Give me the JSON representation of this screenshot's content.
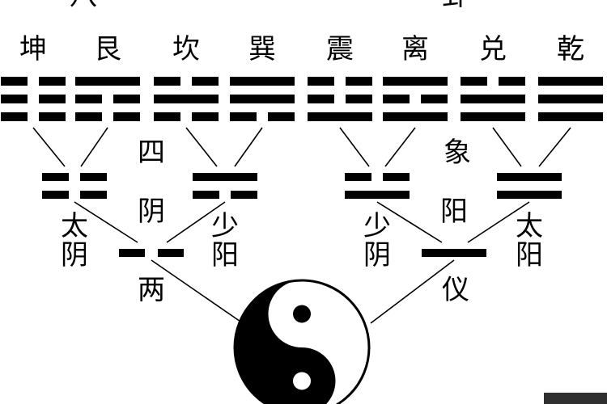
{
  "diagram": {
    "top_labels": [
      "八",
      "卦"
    ],
    "trigrams": [
      {
        "name": "坤",
        "lines": [
          0,
          0,
          0
        ]
      },
      {
        "name": "艮",
        "lines": [
          0,
          0,
          1
        ]
      },
      {
        "name": "坎",
        "lines": [
          0,
          1,
          0
        ]
      },
      {
        "name": "巽",
        "lines": [
          0,
          1,
          1
        ]
      },
      {
        "name": "震",
        "lines": [
          1,
          0,
          0
        ]
      },
      {
        "name": "离",
        "lines": [
          1,
          0,
          1
        ]
      },
      {
        "name": "兑",
        "lines": [
          1,
          1,
          0
        ]
      },
      {
        "name": "乾",
        "lines": [
          1,
          1,
          1
        ]
      }
    ],
    "four_images_label": [
      "四",
      "象"
    ],
    "four_images": [
      {
        "name": "太阴",
        "lines": [
          0,
          0
        ]
      },
      {
        "name": "少阳",
        "lines": [
          0,
          1
        ]
      },
      {
        "name": "少阴",
        "lines": [
          1,
          0
        ]
      },
      {
        "name": "太阳",
        "lines": [
          1,
          1
        ]
      }
    ],
    "two_modes_label": [
      "两",
      "仪"
    ],
    "two_modes": [
      {
        "name": "阴",
        "lines": [
          0
        ]
      },
      {
        "name": "阳",
        "lines": [
          1
        ]
      }
    ],
    "taiji": {
      "dark": "#000000",
      "light": "#ffffff"
    },
    "colors": {
      "ink": "#000000",
      "background": "#ffffff"
    }
  }
}
